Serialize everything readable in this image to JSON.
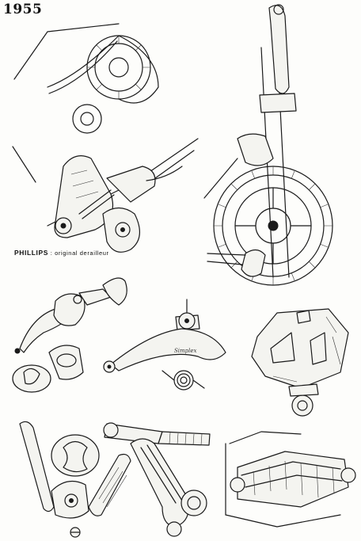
{
  "page": {
    "year": "1955",
    "caption_brand": "PHILLIPS",
    "caption_separator": ":",
    "caption_text": "original derailleur"
  },
  "drawings": [
    {
      "name": "rear-derailleur-assembly",
      "icon": "rear-derailleur-icon"
    },
    {
      "name": "front-derailleur-with-chainring",
      "icon": "chainring-icon"
    },
    {
      "name": "shift-lever-parts",
      "icon": "shift-lever-icon"
    },
    {
      "name": "front-derailleur-cage",
      "icon": "derailleur-cage-icon"
    },
    {
      "name": "chain-guide-cage",
      "icon": "chain-guide-icon"
    },
    {
      "name": "gear-levers",
      "icon": "gear-lever-icon"
    },
    {
      "name": "crank-arm",
      "icon": "crank-arm-icon"
    },
    {
      "name": "pedal",
      "icon": "pedal-icon"
    }
  ],
  "colors": {
    "ink": "#1a1a1a",
    "paper": "#fdfdfb"
  }
}
